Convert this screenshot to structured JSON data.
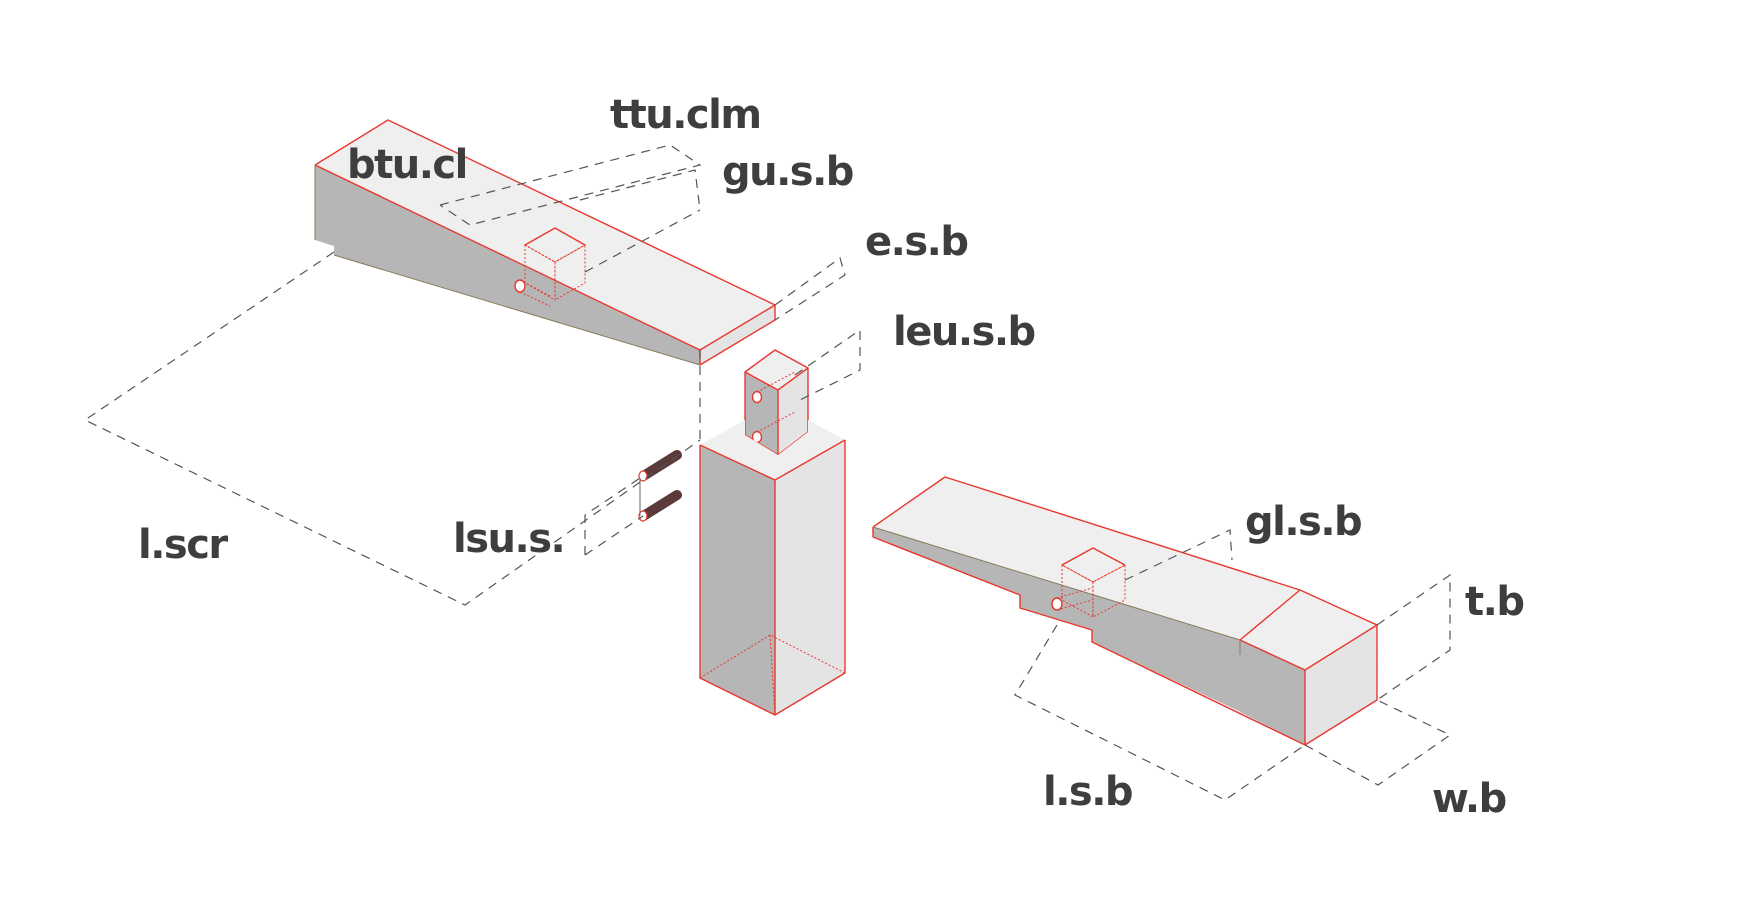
{
  "labels": {
    "ttu_clm": "ttu.clm",
    "btu_cl": "btu.cl",
    "gu_s_b": "gu.s.b",
    "e_s_b": "e.s.b",
    "leu_s_b": "leu.s.b",
    "l_scr": "l.scr",
    "lsu_s": "lsu.s.",
    "gl_s_b": "gl.s.b",
    "t_b": "t.b",
    "l_s_b": "l.s.b",
    "w_b": "w.b"
  },
  "colors": {
    "edge": "#e8382d",
    "top_face": "#efefef",
    "side_face": "#b6b6b7",
    "text": "#3e3e3e",
    "dimension_line": "#555555"
  }
}
